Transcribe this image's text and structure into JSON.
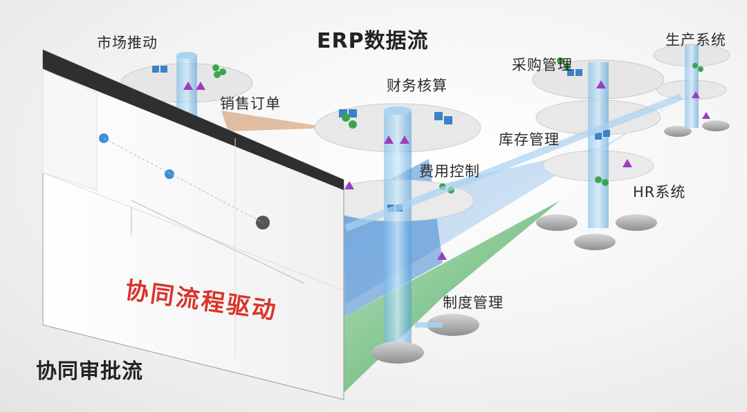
{
  "title": "ERP数据流",
  "bottom_title": "协同审批流",
  "watermark_text": "协同流程驱动",
  "modules": {
    "market": "市场推动",
    "sales": "销售订单",
    "finance": "财务核算",
    "purchase": "采购管理",
    "production": "生产系统",
    "inventory": "库存管理",
    "expense": "费用控制",
    "hr": "HR系统",
    "policy": "制度管理"
  },
  "colors": {
    "accent_blue": "#3b8fd9",
    "accent_green": "#3aa64c",
    "accent_purple": "#9b3dbf",
    "text_red": "#d9342b",
    "screen_header": "#2f2f2f"
  },
  "icons": [
    "cube-icon",
    "person-group-icon",
    "triangle-marker-icon",
    "disk-icon",
    "tube-icon"
  ]
}
